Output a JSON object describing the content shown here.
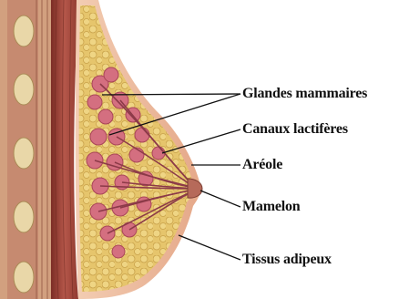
{
  "labels": {
    "glandes": "Glandes mammaires",
    "canaux": "Canaux lactifères",
    "areole": "Aréole",
    "mamelon": "Mamelon",
    "tissus": "Tissus adipeux"
  },
  "colors": {
    "background": "#ffffff",
    "skin": "#e8b99a",
    "fat": "#e7c76a",
    "gland": "#d76a7a",
    "muscle": "#a84a3c",
    "leader_line": "#111111"
  }
}
